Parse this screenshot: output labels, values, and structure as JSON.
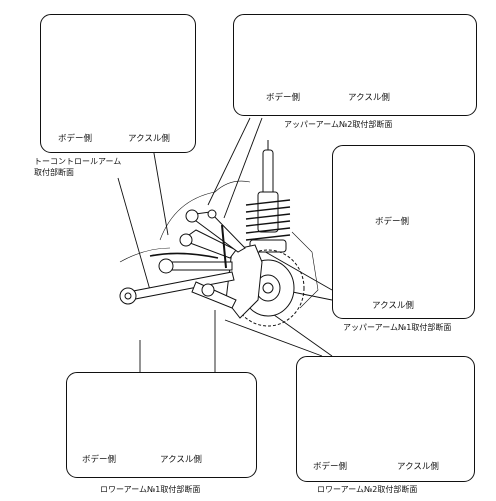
{
  "panels": {
    "toe_control": {
      "caption_line1": "トーコントロールアーム",
      "caption_line2": "取付部断面",
      "label_body": "ボデー側",
      "label_axle": "アクスル側"
    },
    "upper_no2": {
      "caption": "アッパーアーム№2取付部断面",
      "label_body": "ボデー側",
      "label_axle": "アクスル側"
    },
    "upper_no1": {
      "caption": "アッパーアーム№1取付部断面",
      "label_body": "ボデー側",
      "label_axle": "アクスル側"
    },
    "lower_no1": {
      "caption": "ロワーアーム№1取付部断面",
      "label_body": "ボデー側",
      "label_axle": "アクスル側"
    },
    "lower_no2": {
      "caption": "ロワーアーム№2取付部断面",
      "label_body": "ボデー側",
      "label_axle": "アクスル側"
    }
  }
}
